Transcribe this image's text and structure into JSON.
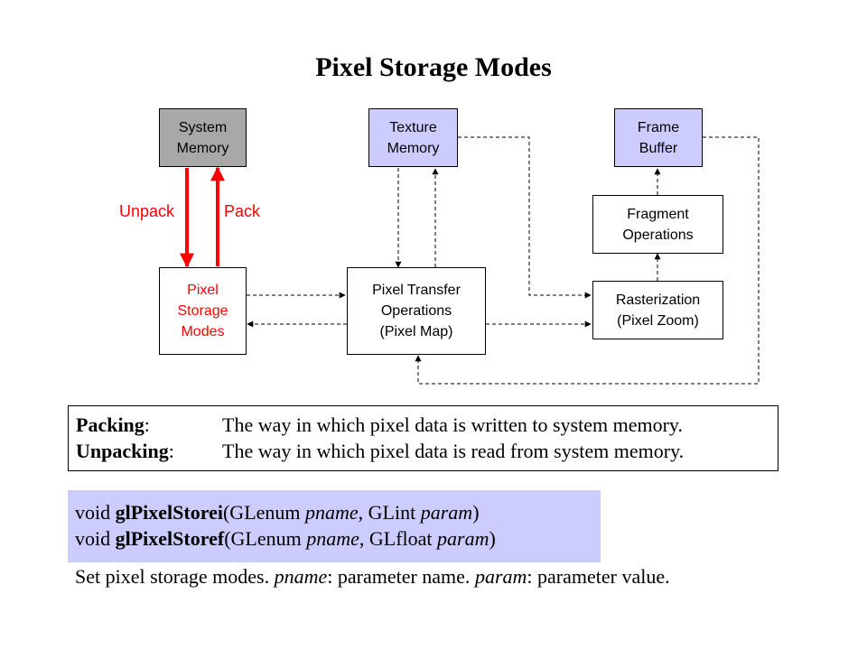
{
  "title": "Pixel Storage Modes",
  "boxes": {
    "system_memory": "System\nMemory",
    "texture_memory": "Texture\nMemory",
    "frame_buffer": "Frame\nBuffer",
    "fragment_operations": "Fragment\nOperations",
    "pixel_storage_modes": "Pixel\nStorage\nModes",
    "pixel_transfer": "Pixel Transfer\nOperations\n(Pixel Map)",
    "rasterization": "Rasterization\n(Pixel Zoom)"
  },
  "labels": {
    "unpack": "Unpack",
    "pack": "Pack"
  },
  "definitions": [
    {
      "term": "Packing",
      "colon": ":",
      "text": "The way in which pixel data is written to system memory."
    },
    {
      "term": "Unpacking",
      "colon": ":",
      "text": "The way in which pixel data is read from system memory."
    }
  ],
  "code": [
    {
      "pre": "void ",
      "func": "glPixelStorei",
      "open": "(GLenum ",
      "arg1": "pname",
      "mid": ", GLint ",
      "arg2": "param",
      "close": ")"
    },
    {
      "pre": "void ",
      "func": "glPixelStoref",
      "open": "(GLenum ",
      "arg1": "pname",
      "mid": ", GLfloat ",
      "arg2": "param",
      "close": ")"
    }
  ],
  "note": {
    "part1": "Set pixel storage modes. ",
    "pname": "pname",
    "part2": ": parameter name. ",
    "param": "param",
    "part3": ": parameter value."
  },
  "colors": {
    "system_memory_fill": "#a8a8a8",
    "memory_fill": "#ccccff",
    "pack_arrow": "#ff0000",
    "code_background": "#ccccff"
  }
}
